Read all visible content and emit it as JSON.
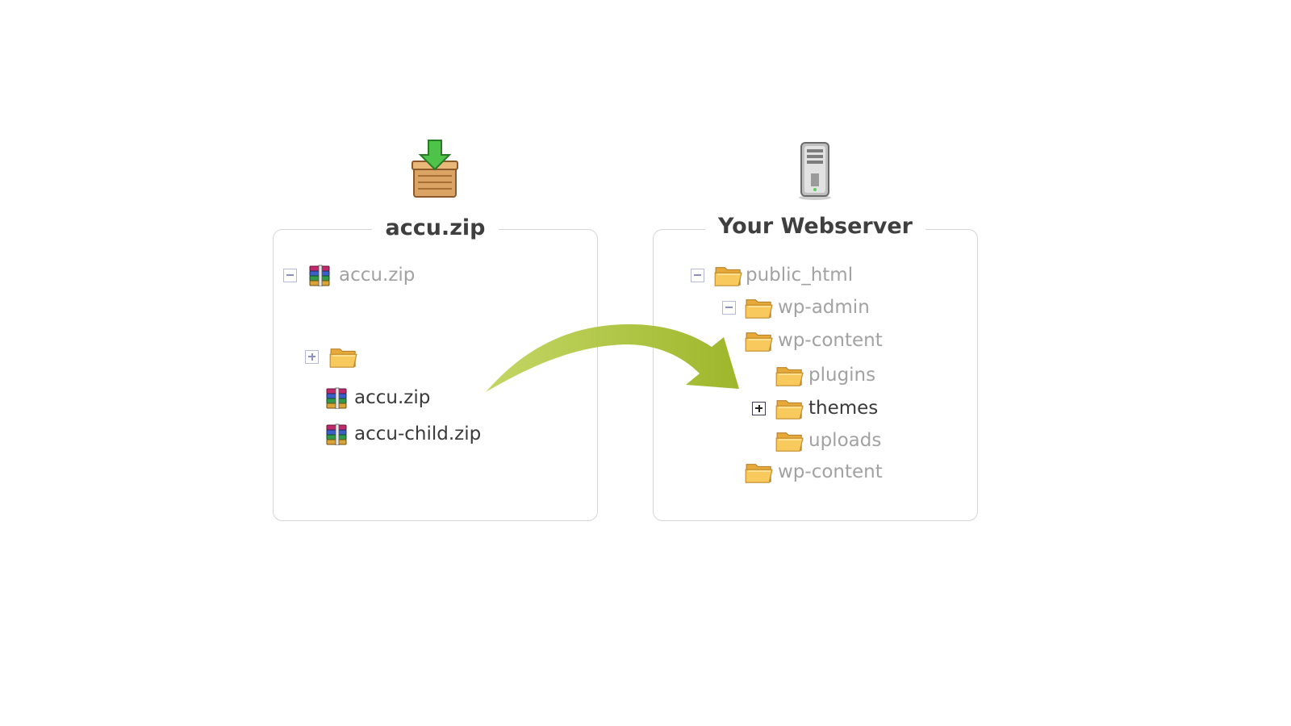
{
  "left_panel": {
    "title": "accu.zip",
    "root_label": "accu.zip",
    "folder_label": "",
    "files": [
      "accu.zip",
      "accu-child.zip"
    ]
  },
  "right_panel": {
    "title": "Your Webserver",
    "items": {
      "public_html": "public_html",
      "wp_admin": "wp-admin",
      "wp_content": "wp-content",
      "plugins": "plugins",
      "themes": "themes",
      "uploads": "uploads",
      "wp_content_2": "wp-content"
    }
  },
  "colors": {
    "arrow": "#a5bf2c",
    "folder": "#f5c04a",
    "download_arrow": "#4fc24a",
    "box": "#d99c54"
  },
  "icons": {
    "download_box": "download-box-icon",
    "server": "server-icon",
    "archive": "archive-icon",
    "folder": "folder-icon",
    "arrow": "curved-arrow"
  }
}
